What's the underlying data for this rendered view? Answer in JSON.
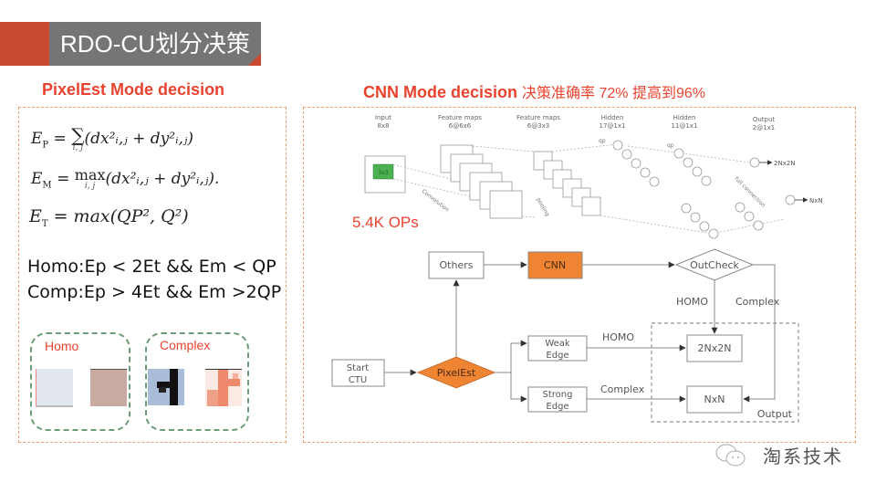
{
  "slide": {
    "title": "RDO-CU划分决策",
    "colors": {
      "accent_red": "#c84a30",
      "title_bar_gray": "#757575",
      "heading_red": "#e8432f",
      "panel_border_orange": "#f0a070",
      "node_orange": "#ef8533",
      "group_green": "#6d9c78",
      "input_green": "#4caf50"
    }
  },
  "left": {
    "heading": "PixelEst Mode decision",
    "formulas": {
      "ep": {
        "lhs": "E",
        "lhs_sub": "P",
        "op": "∑",
        "op_index": "i, j",
        "body": "(dx²ᵢ,ⱼ + dy²ᵢ,ⱼ)"
      },
      "em": {
        "lhs": "E",
        "lhs_sub": "M",
        "op": "max",
        "op_index": "i, j",
        "body": "(dx²ᵢ,ⱼ + dy²ᵢ,ⱼ)."
      },
      "et": {
        "lhs": "E",
        "lhs_sub": "T",
        "rhs": "max(QP², Q²)"
      }
    },
    "rules": {
      "homo": "Homo:Ep < 2Et && Em < QP",
      "comp": "Comp:Ep > 4Et && Em >2QP"
    },
    "groups": {
      "homo": "Homo",
      "complex": "Complex"
    }
  },
  "right": {
    "heading": "CNN Mode decision",
    "heading_suffix": "决策准确率 72% 提高到96%",
    "ops": "5.4K OPs",
    "cnn": {
      "layers": [
        {
          "name": "Input",
          "dims": "8x8"
        },
        {
          "name": "Feature maps",
          "dims": "6@6x6"
        },
        {
          "name": "Feature maps",
          "dims": "6@3x3"
        },
        {
          "name": "Hidden",
          "dims": "17@1x1"
        },
        {
          "name": "Hidden",
          "dims": "11@1x1"
        },
        {
          "name": "Output",
          "dims": "2@1x1"
        }
      ],
      "kernel_label": "3x3",
      "op_labels": {
        "convolution": "Convolution",
        "pooling": "pooling",
        "full": "full connection"
      },
      "qp_label": "qp",
      "outputs": [
        "2Nx2N",
        "NxN"
      ]
    },
    "flow": {
      "start": [
        "Start",
        "CTU"
      ],
      "pixelest": "PixelEst",
      "others": "Others",
      "cnn": "CNN",
      "outcheck": "OutCheck",
      "weak": [
        "Weak",
        "Edge"
      ],
      "strong": [
        "Strong",
        "Edge"
      ],
      "out_2n": "2Nx2N",
      "out_n": "NxN",
      "output_group": "Output",
      "edge_homo": "HOMO",
      "edge_complex": "Complex"
    }
  },
  "footer": {
    "brand": "淘系技术",
    "icon": "wechat-icon"
  }
}
